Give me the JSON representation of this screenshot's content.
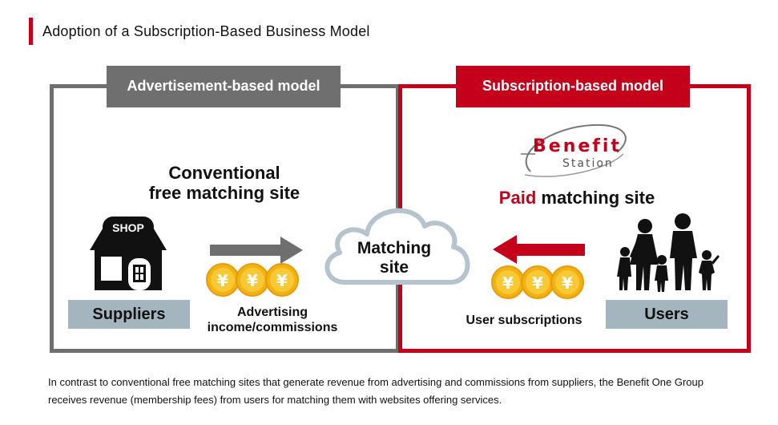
{
  "title": "Adoption of a Subscription-Based Business Model",
  "advertisement_model": {
    "tab_label": "Advertisement-based model",
    "headline": "Conventional\nfree matching site",
    "shop_sign": "SHOP",
    "suppliers_label": "Suppliers",
    "flow_caption": "Advertising\nincome/commissions",
    "coin_symbol": "¥"
  },
  "center": {
    "cloud_label": "Matching\nsite"
  },
  "subscription_model": {
    "tab_label": "Subscription-based model",
    "logo_line1": "Benefit",
    "logo_line2": "Station",
    "headline_red": "Paid",
    "headline_rest": " matching site",
    "users_label": "Users",
    "flow_caption": "User subscriptions",
    "coin_symbol": "¥"
  },
  "footnote": "In contrast to conventional free matching sites that generate revenue from advertising and commissions from suppliers, the Benefit One Group receives revenue (membership fees) from users for matching them with websites offering services.",
  "colors": {
    "accent_red": "#c4001a",
    "panel_gray": "#6f6f6f",
    "label_blue_gray": "#a5b5c0",
    "coin_gold": "#f2b312"
  },
  "icons": [
    "shop-icon",
    "arrow-right-icon",
    "arrow-left-icon",
    "yen-coin-icon",
    "cloud-icon",
    "family-silhouette-icon",
    "benefit-station-logo"
  ]
}
